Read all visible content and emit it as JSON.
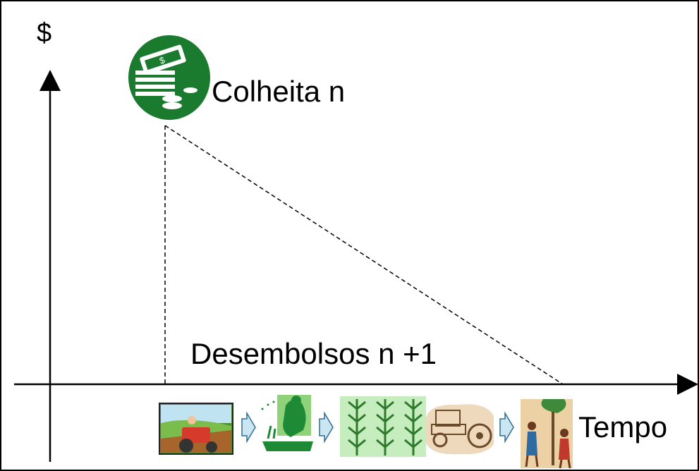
{
  "diagram": {
    "y_axis_label": "$",
    "x_axis_label": "Tempo",
    "harvest_label": "Colheita n",
    "disbursement_label": "Desembolsos n +1",
    "colors": {
      "line": "#000000",
      "money_green": "#1a7a2e",
      "arrow_fill": "#c9e6f2",
      "arrow_stroke": "#2f6f8f"
    },
    "icons": [
      "money-stack-icon",
      "tractor-plowing-icon",
      "farmer-planting-icon",
      "corn-field-icon",
      "tractor-harvest-icon",
      "people-harvesting-icon"
    ]
  }
}
